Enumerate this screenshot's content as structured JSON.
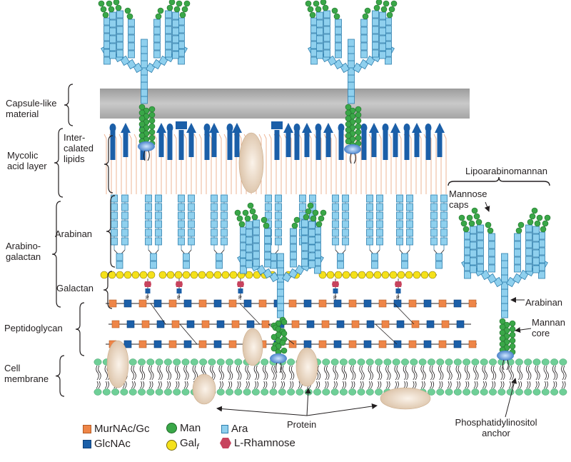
{
  "diagram": {
    "title": "Mycobacterial cell envelope",
    "layer_labels": {
      "capsule": "Capsule-like\nmaterial",
      "mycolic": "Mycolic\nacid layer",
      "intercalated": "Inter-\ncalated\nlipids",
      "arabinogalactan": "Arabino-\ngalactan",
      "arabinan": "Arabinan",
      "galactan": "Galactan",
      "peptidoglycan": "Peptidoglycan",
      "membrane": "Cell\nmembrane"
    },
    "annotations": {
      "lam": "Lipoarabinomannan",
      "mannose_caps": "Mannose\ncaps",
      "lam_arabinan": "Arabinan",
      "mannan_core": "Mannan\ncore",
      "pi_anchor": "Phosphatidylinositol\nanchor",
      "protein": "Protein",
      "phosphate": "P"
    },
    "legend": [
      {
        "label": "MurNAc/Gc",
        "icon": "orange-square",
        "color": "#ee8547"
      },
      {
        "label": "GlcNAc",
        "icon": "blue-square",
        "color": "#1b5fa8"
      },
      {
        "label": "Man",
        "icon": "green-circle",
        "color": "#3aa748"
      },
      {
        "label": "Gal",
        "subscript": "f",
        "icon": "yellow-circle",
        "color": "#f5e11a"
      },
      {
        "label": "Ara",
        "icon": "light-blue-rectangle",
        "color": "#8fd0ee"
      },
      {
        "label": "L-Rhamnose",
        "icon": "red-hexagon",
        "color": "#c7435d"
      }
    ],
    "colors": {
      "capsule": "#b5b5b5",
      "mycolic_head": "#1b5fa8",
      "lipid_zigzag": "#e9a27a",
      "protein": "#e8d5bf",
      "membrane_head": "#6fcf97",
      "pi_anchor": "#3f7fd0"
    }
  }
}
